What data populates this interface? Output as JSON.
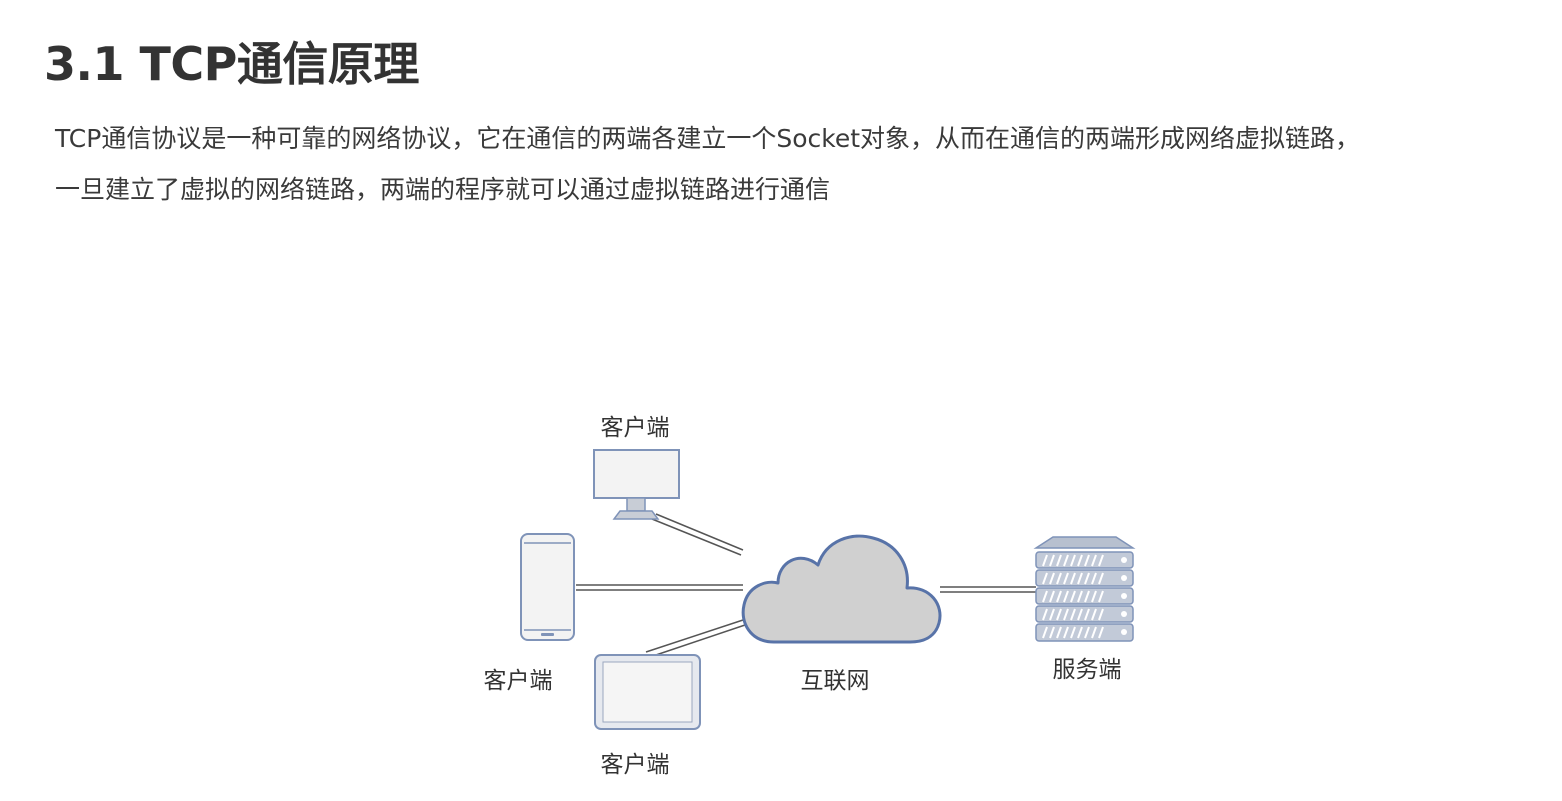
{
  "heading": "3.1 TCP通信原理",
  "description": {
    "line1": "TCP通信协议是一种可靠的网络协议，它在通信的两端各建立一个Socket对象，从而在通信的两端形成网络虚拟链路，",
    "line2": "一旦建立了虚拟的网络链路，两端的程序就可以通过虚拟链路进行通信"
  },
  "diagram": {
    "client_top_label": "客户端",
    "client_left_label": "客户端",
    "client_bottom_label": "客户端",
    "internet_label": "互联网",
    "server_label": "服务端",
    "colors": {
      "device_stroke": "#7f93b8",
      "device_fill": "#f3f3f3",
      "cloud_fill": "#d0d0d0",
      "cloud_stroke": "#5873a8",
      "link": "#555555"
    }
  }
}
